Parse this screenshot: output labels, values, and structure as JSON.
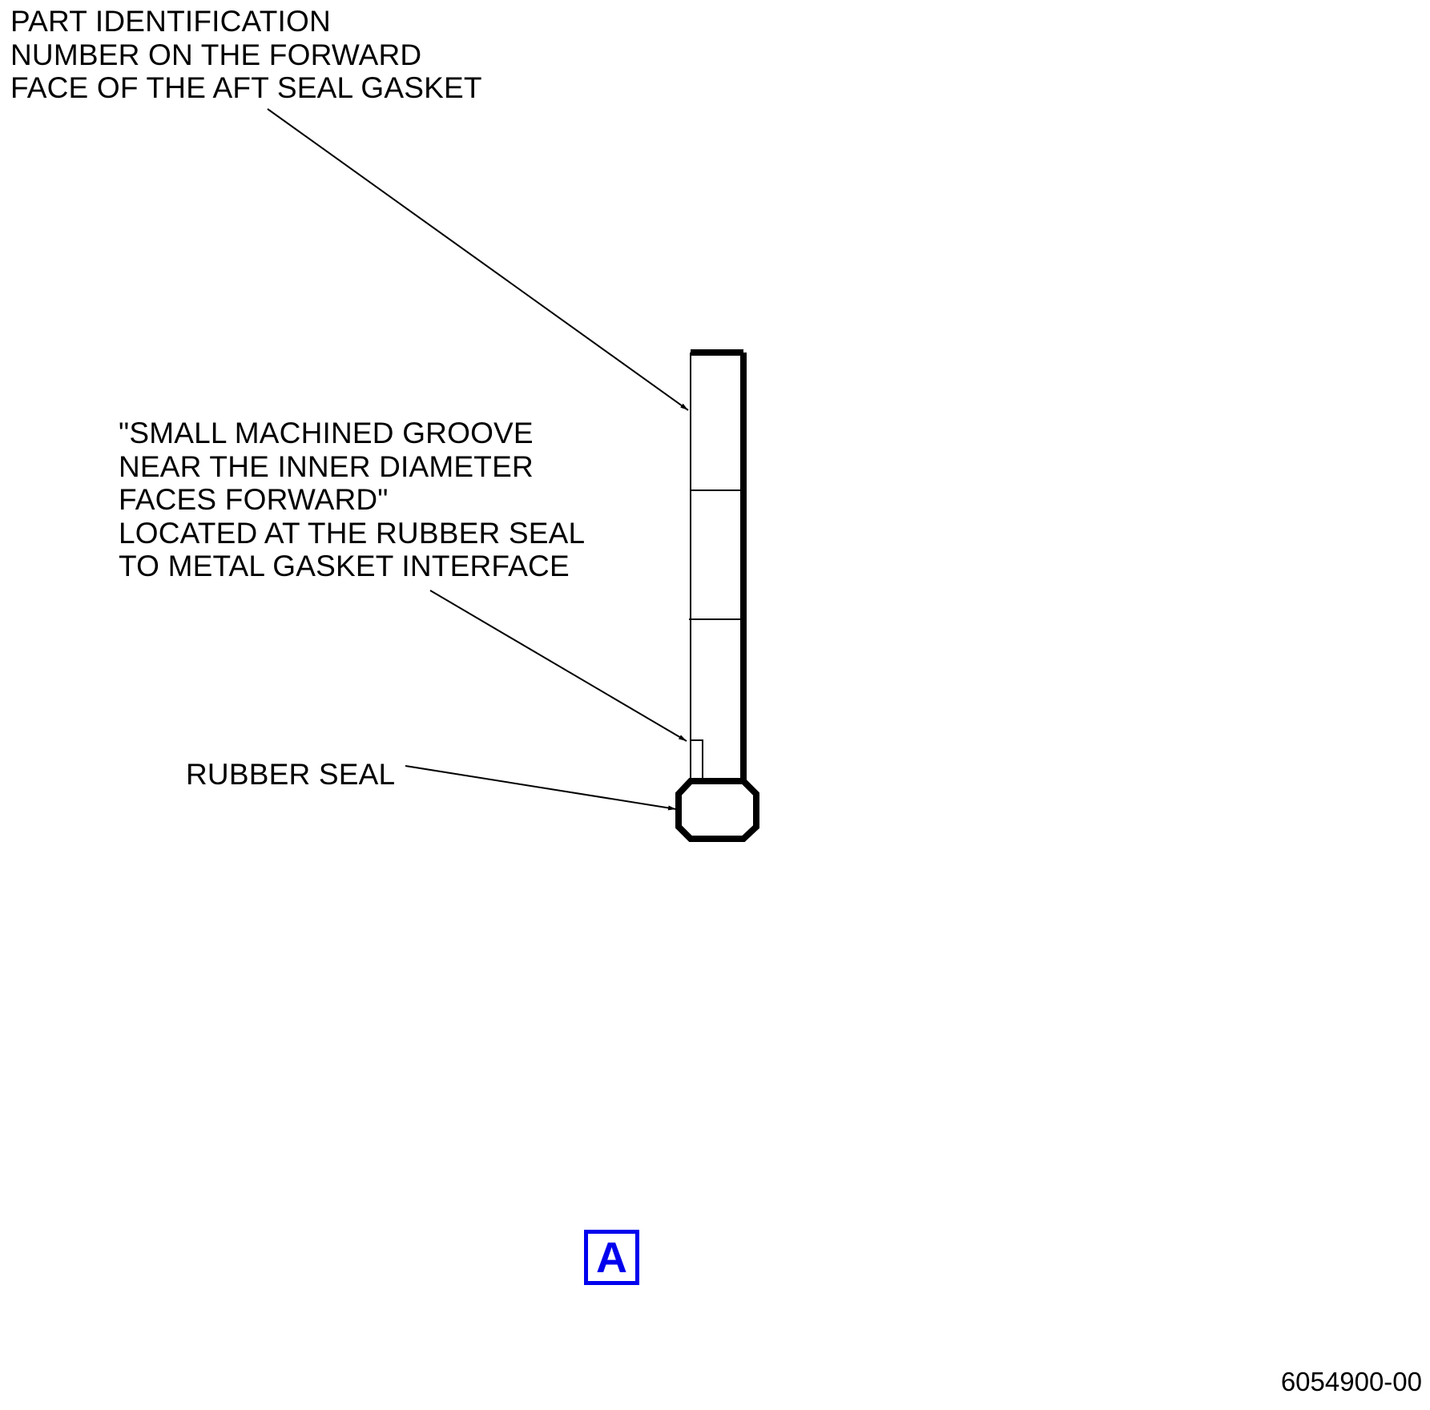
{
  "callouts": {
    "part_id": [
      "PART IDENTIFICATION",
      "NUMBER ON THE FORWARD",
      "FACE OF THE AFT SEAL GASKET"
    ],
    "groove": [
      "\"SMALL MACHINED GROOVE",
      "NEAR THE INNER DIAMETER",
      "FACES FORWARD\"",
      "LOCATED AT THE RUBBER SEAL",
      "TO METAL GASKET INTERFACE"
    ],
    "rubber_seal": "RUBBER SEAL"
  },
  "sheet_flag": "A",
  "drawing_number": "6054900-00",
  "colors": {
    "line": "#000000",
    "flag": "#0000ee",
    "background": "#ffffff"
  }
}
